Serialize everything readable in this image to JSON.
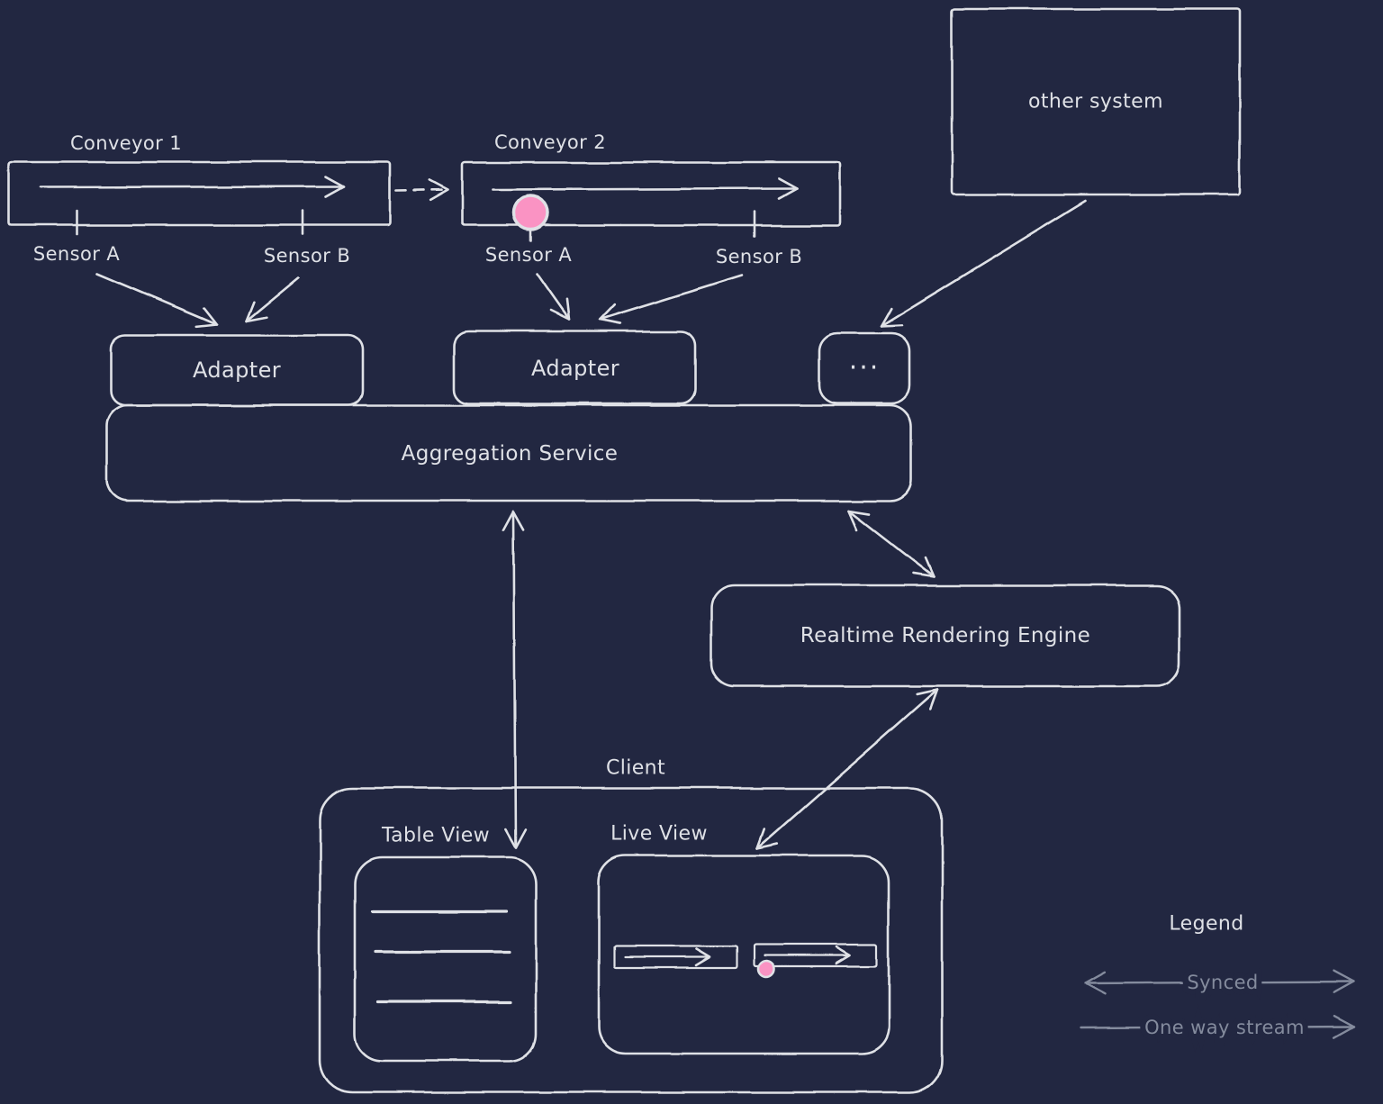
{
  "colors": {
    "background": "#222741",
    "stroke": "#dfe1e6",
    "muted": "#848b9d",
    "pink": "#fa93c3"
  },
  "conveyor1": {
    "title": "Conveyor 1",
    "sensor_a": "Sensor A",
    "sensor_b": "Sensor B"
  },
  "conveyor2": {
    "title": "Conveyor 2",
    "sensor_a": "Sensor A",
    "sensor_b": "Sensor B"
  },
  "other_system": {
    "title": "other system"
  },
  "adapters": {
    "adapter1": "Adapter",
    "adapter2": "Adapter",
    "more": "..."
  },
  "aggregation_service": {
    "title": "Aggregation Service"
  },
  "realtime_rendering_engine": {
    "title": "Realtime Rendering Engine"
  },
  "client": {
    "title": "Client",
    "table_view": "Table View",
    "live_view": "Live View"
  },
  "legend": {
    "title": "Legend",
    "synced": "Synced",
    "one_way_stream": "One way stream"
  }
}
